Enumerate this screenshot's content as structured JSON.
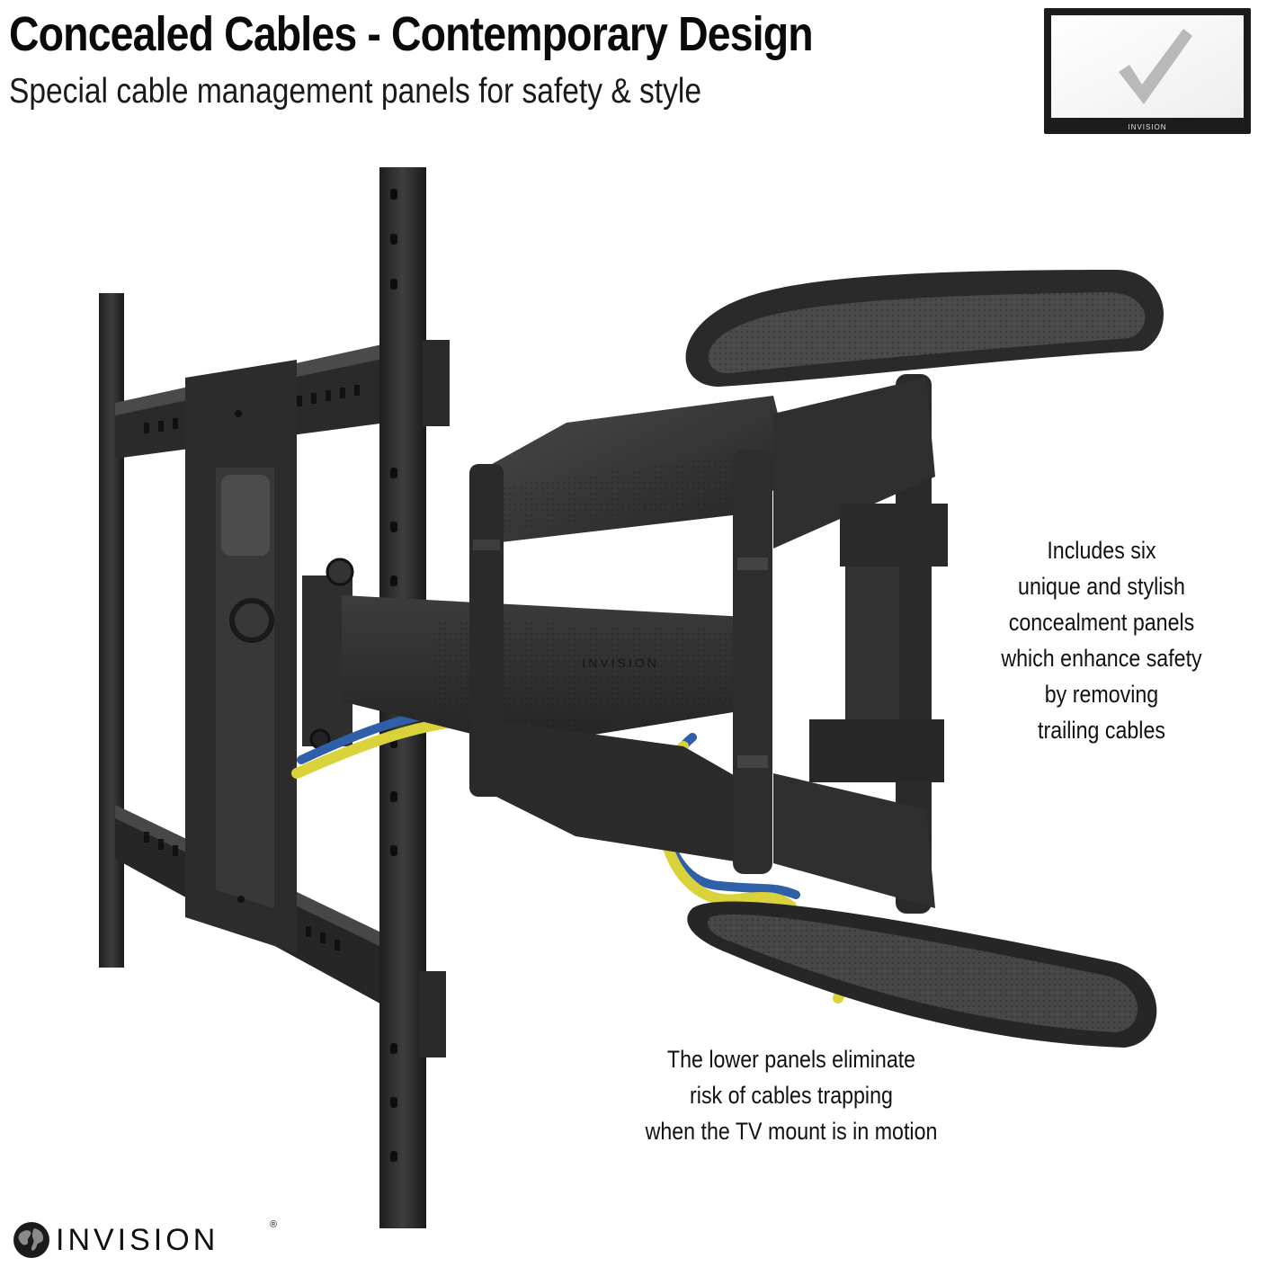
{
  "header": {
    "title": "Concealed Cables - Contemporary Design",
    "subtitle": "Special cable management panels for safety & style"
  },
  "badge": {
    "brand_text": "INVISION",
    "icon": "checkmark-icon"
  },
  "product": {
    "arm_logo_text": "INVISION"
  },
  "callouts": {
    "right": [
      "Includes six",
      "unique and stylish",
      "concealment panels",
      "which enhance safety",
      "by removing",
      "trailing cables"
    ],
    "bottom": [
      "The lower panels eliminate",
      "risk of cables trapping",
      "when the TV mount is in motion"
    ]
  },
  "brand": {
    "name": "INVISION",
    "registered_mark": "®",
    "icon": "globe-icon"
  },
  "colors": {
    "metal_dark": "#2b2b2b",
    "metal_mid": "#3d3d3d",
    "metal_light": "#5a5a5a",
    "cable_blue": "#2f5fa8",
    "cable_yellow": "#d9d23a"
  }
}
